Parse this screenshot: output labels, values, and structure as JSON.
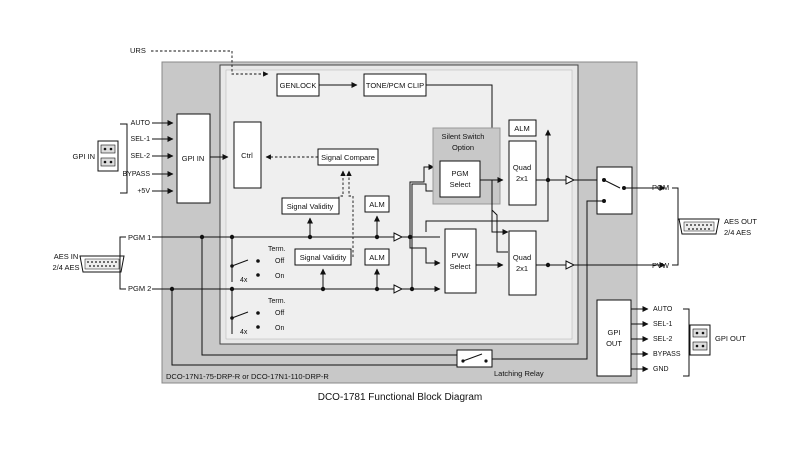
{
  "diagram": {
    "caption": "DCO-1781 Functional Block Diagram",
    "board_label": "DCO-17N1-75-DRP-R or DCO-17N1-110-DRP-R",
    "urs": "URS",
    "genlock": "GENLOCK",
    "tone_clip": "TONE/PCM CLIP",
    "gpi_in_box": "GPI IN",
    "gpi_in_conn": "GPI IN",
    "gpi_inputs": [
      "AUTO",
      "SEL-1",
      "SEL-2",
      "BYPASS",
      "+5V"
    ],
    "ctrl": "Ctrl",
    "signal_compare": "Signal Compare",
    "signal_validity_1": "Signal Validity",
    "signal_validity_2": "Signal Validity",
    "alm_1": "ALM",
    "alm_2": "ALM",
    "alm_3": "ALM",
    "silent_switch": [
      "Silent Switch",
      "Option"
    ],
    "pgm_select": [
      "PGM",
      "Select"
    ],
    "pvw_select": [
      "PVW",
      "Select"
    ],
    "quad_top": [
      "Quad",
      "2x1"
    ],
    "quad_bottom": [
      "Quad",
      "2x1"
    ],
    "aes_in": [
      "AES IN",
      "2/4 AES"
    ],
    "aes_out": [
      "AES OUT",
      "2/4 AES"
    ],
    "pgm1": "PGM 1",
    "pgm2": "PGM 2",
    "term_1": [
      "Term.",
      "Off",
      "On"
    ],
    "term_2": [
      "Term.",
      "Off",
      "On"
    ],
    "x4_1": "4x",
    "x4_2": "4x",
    "out_pgm": "PGM",
    "out_pvw": "PVW",
    "gpi_out_box": [
      "GPI",
      "OUT"
    ],
    "gpi_out_conn": "GPI OUT",
    "gpi_outputs": [
      "AUTO",
      "SEL-1",
      "SEL-2",
      "BYPASS",
      "GND"
    ],
    "latching_relay": "Latching Relay"
  }
}
